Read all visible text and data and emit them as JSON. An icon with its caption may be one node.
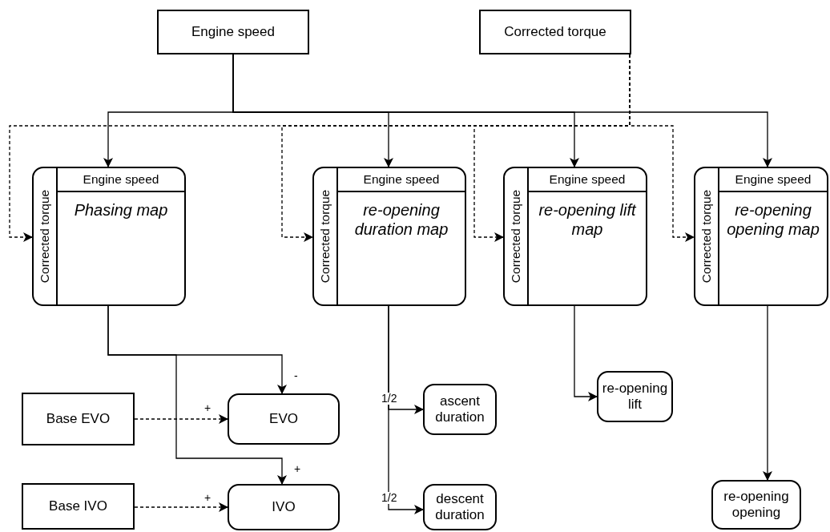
{
  "diagram": {
    "nodes": [
      {
        "text": [
          "Engine speed"
        ]
      },
      {
        "text": [
          "Corrected torque"
        ]
      },
      {
        "text": [
          "Engine speed",
          "Corrected torque",
          "Phasing map"
        ]
      },
      {
        "text": [
          "Engine speed",
          "Corrected torque",
          "re-opening duration map"
        ]
      },
      {
        "text": [
          "Engine speed",
          "Corrected torque",
          "re-opening lift map"
        ]
      },
      {
        "text": [
          "Engine speed",
          "Corrected torque",
          "re-opening opening map"
        ]
      },
      {
        "text": [
          "Base EVO"
        ]
      },
      {
        "text": [
          "EVO"
        ]
      },
      {
        "text": [
          "Base IVO"
        ]
      },
      {
        "text": [
          "IVO"
        ]
      },
      {
        "text": [
          "ascent duration"
        ]
      },
      {
        "text": [
          "descent duration"
        ]
      },
      {
        "text": [
          "re-opening lift"
        ]
      },
      {
        "text": [
          "re-opening opening"
        ]
      }
    ],
    "edges": [
      {
        "from": 0,
        "to": 2,
        "arrow": "to"
      },
      {
        "from": 0,
        "to": 3,
        "arrow": "to"
      },
      {
        "from": 0,
        "to": 4,
        "arrow": "to"
      },
      {
        "from": 0,
        "to": 5,
        "arrow": "to"
      },
      {
        "from": 1,
        "to": 2,
        "arrow": "to",
        "style": "dashed"
      },
      {
        "from": 1,
        "to": 3,
        "arrow": "to",
        "style": "dashed"
      },
      {
        "from": 1,
        "to": 4,
        "arrow": "to",
        "style": "dashed"
      },
      {
        "from": 1,
        "to": 5,
        "arrow": "to",
        "style": "dashed"
      },
      {
        "from": 2,
        "to": 7,
        "arrow": "to",
        "label": "-"
      },
      {
        "from": 2,
        "to": 9,
        "arrow": "to",
        "label": "+"
      },
      {
        "from": 6,
        "to": 7,
        "arrow": "to",
        "style": "dashed",
        "label": "+"
      },
      {
        "from": 8,
        "to": 9,
        "arrow": "to",
        "style": "dashed",
        "label": "+"
      },
      {
        "from": 3,
        "to": 10,
        "arrow": "to",
        "label": "1/2"
      },
      {
        "from": 3,
        "to": 11,
        "arrow": "to",
        "label": "1/2"
      },
      {
        "from": 4,
        "to": 12,
        "arrow": "to"
      },
      {
        "from": 5,
        "to": 13,
        "arrow": "to"
      }
    ]
  }
}
